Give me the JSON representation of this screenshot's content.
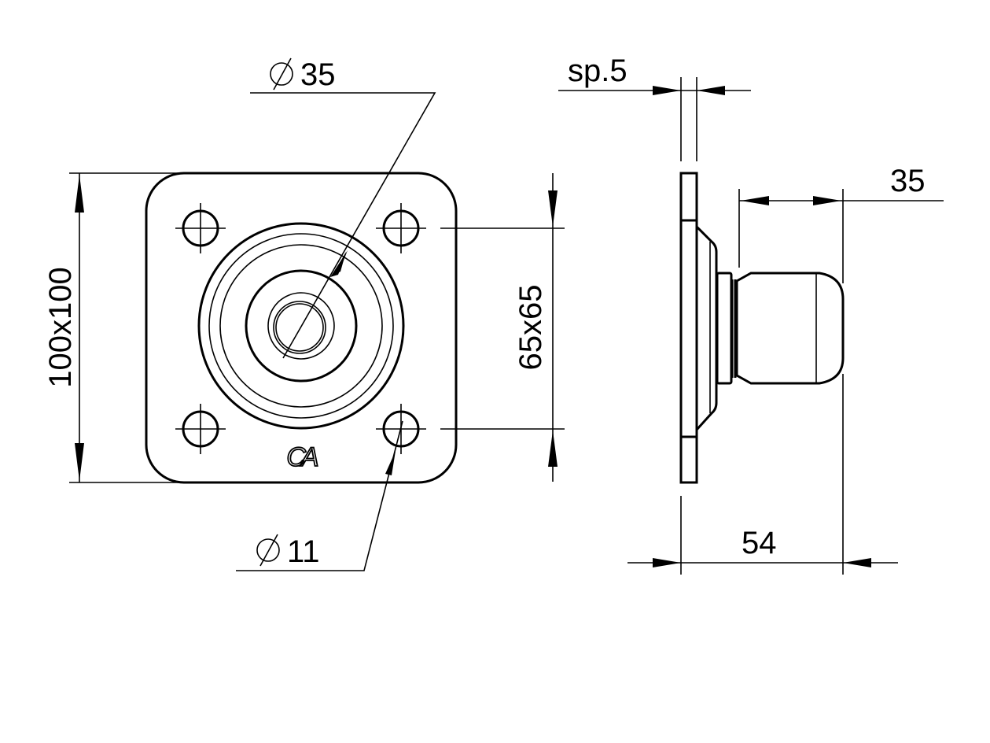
{
  "dimensions": {
    "bore_diameter": "35",
    "plate_thickness": "sp.5",
    "roller_length": "35",
    "total_depth": "54",
    "plate_size": "100x100",
    "hole_spacing": "65x65",
    "hole_diameter": "11"
  },
  "logo": "CA",
  "line_color": "#000000"
}
